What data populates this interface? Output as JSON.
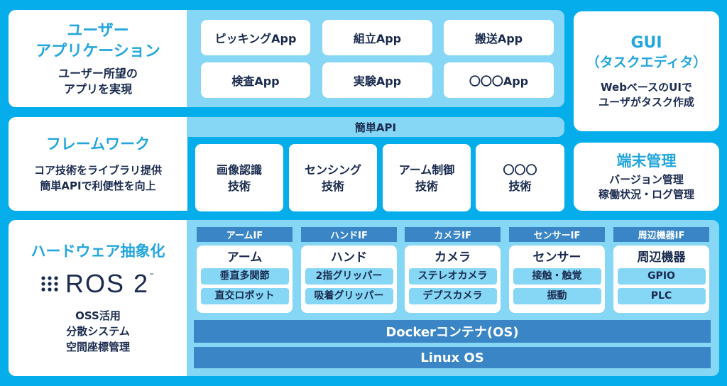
{
  "colors": {
    "background": "#05adea",
    "panel_light": "#86d6f5",
    "panel_white": "#ffffff",
    "accent_title": "#24a6dc",
    "text_dark": "#1a2b4f",
    "interface_blue": "#3a85c6"
  },
  "user_app": {
    "title_line1": "ユーザー",
    "title_line2": "アプリケーション",
    "desc_line1": "ユーザー所望の",
    "desc_line2": "アプリを実現",
    "apps": [
      "ピッキングApp",
      "組立App",
      "搬送App",
      "検査App",
      "実験App",
      "〇〇〇App"
    ]
  },
  "gui": {
    "title": "GUI",
    "subtitle": "（タスクエディタ）",
    "desc_line1": "WebベースのUIで",
    "desc_line2": "ユーザがタスク作成"
  },
  "framework": {
    "title": "フレームワーク",
    "desc_line1": "コア技術をライブラリ提供",
    "desc_line2": "簡単APIで利便性を向上",
    "api_bar": "簡単API",
    "techs": [
      {
        "line1": "画像認識",
        "line2": "技術"
      },
      {
        "line1": "センシング",
        "line2": "技術"
      },
      {
        "line1": "アーム制御",
        "line2": "技術"
      },
      {
        "line1": "〇〇〇",
        "line2": "技術"
      }
    ]
  },
  "device_mgmt": {
    "title": "端末管理",
    "desc_line1": "バージョン管理",
    "desc_line2": "稼働状況・ログ管理"
  },
  "hardware": {
    "title": "ハードウェア抽象化",
    "logo_text": "ROS 2",
    "logo_tm": "™",
    "desc_line1": "OSS活用",
    "desc_line2": "分散システム",
    "desc_line3": "空間座標管理",
    "interfaces": [
      {
        "header": "アームIF",
        "name": "アーム",
        "items": [
          "垂直多関節",
          "直交ロボット"
        ]
      },
      {
        "header": "ハンドIF",
        "name": "ハンド",
        "items": [
          "2指グリッパー",
          "吸着グリッパー"
        ]
      },
      {
        "header": "カメラIF",
        "name": "カメラ",
        "items": [
          "ステレオカメラ",
          "デプスカメラ"
        ]
      },
      {
        "header": "センサーIF",
        "name": "センサー",
        "items": [
          "接触・触覚",
          "振動"
        ]
      },
      {
        "header": "周辺機器IF",
        "name": "周辺機器",
        "items": [
          "GPIO",
          "PLC"
        ]
      }
    ],
    "docker_bar": "Dockerコンテナ(OS)",
    "linux_bar": "Linux OS"
  }
}
